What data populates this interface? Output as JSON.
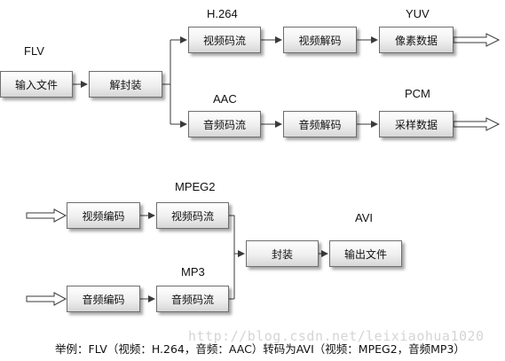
{
  "labels": {
    "flv": "FLV",
    "h264": "H.264",
    "yuv": "YUV",
    "aac": "AAC",
    "pcm": "PCM",
    "mpeg2": "MPEG2",
    "avi": "AVI",
    "mp3": "MP3"
  },
  "boxes": {
    "input_file": "输入文件",
    "demux": "解封装",
    "video_stream_top": "视频码流",
    "video_decode": "视频解码",
    "pixel_data": "像素数据",
    "audio_stream_top": "音频码流",
    "audio_decode": "音频解码",
    "sample_data": "采样数据",
    "video_encode": "视频编码",
    "video_stream_bottom": "视频码流",
    "audio_encode": "音频编码",
    "audio_stream_bottom": "音频码流",
    "mux": "封装",
    "output_file": "输出文件"
  },
  "caption": "举例：FLV（视频：H.264，音频：AAC）转码为AVI（视频：MPEG2，音频MP3）",
  "watermark": "http://blog.csdn.net/leixiaohua1020",
  "colors": {
    "line": "#3a3a3a",
    "box_border": "#6e6e6e",
    "watermark": "#d5d5d5"
  }
}
